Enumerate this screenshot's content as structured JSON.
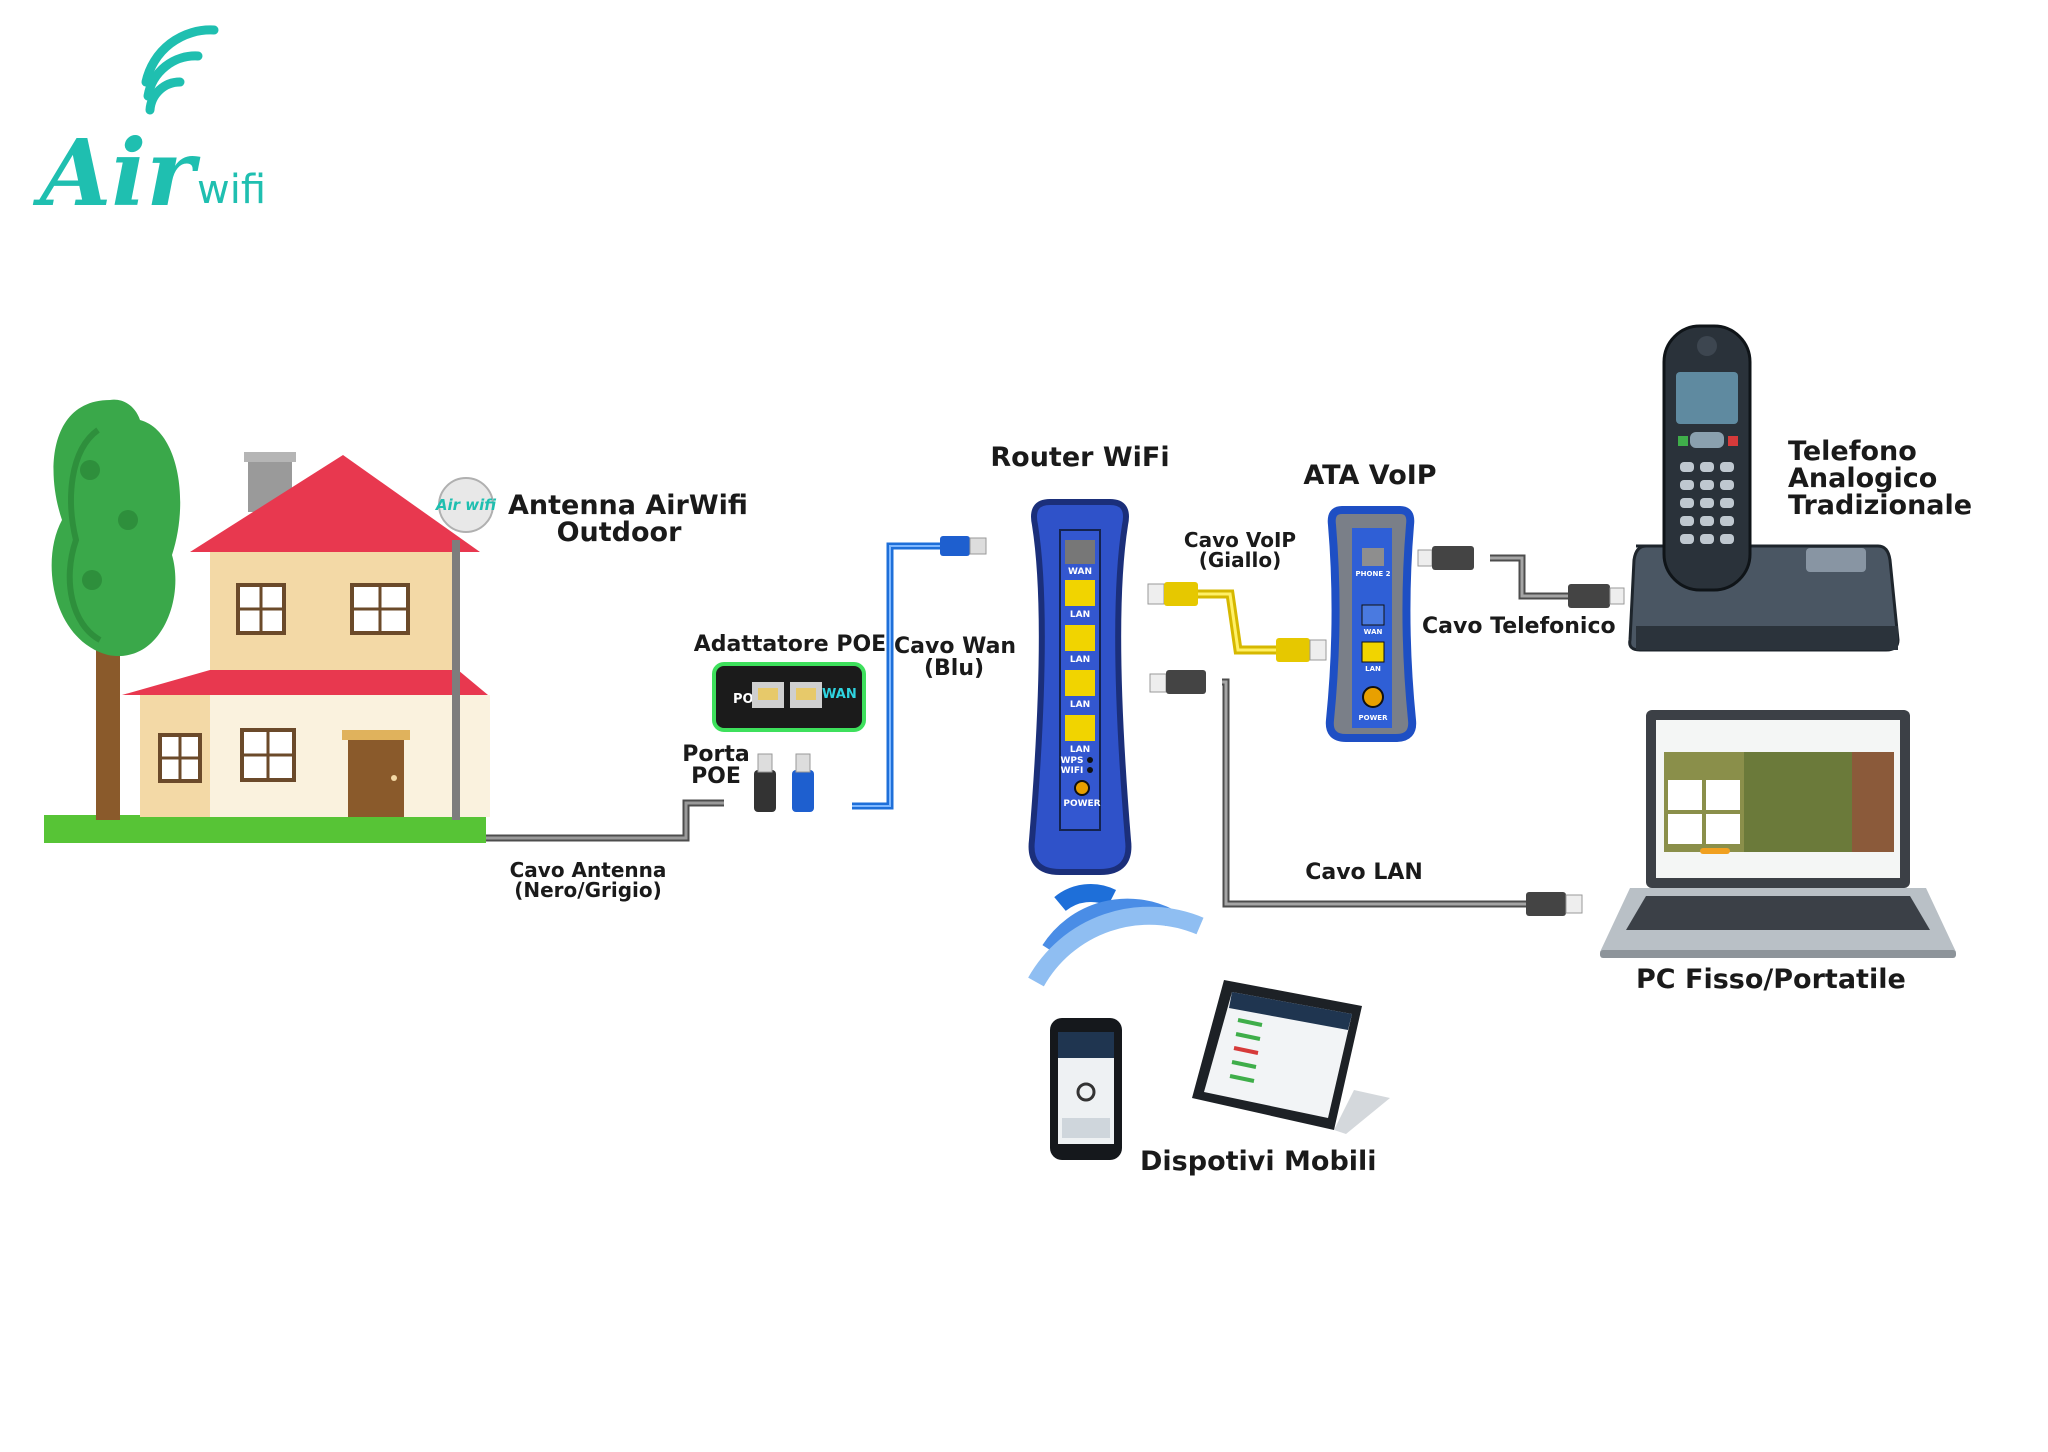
{
  "brand": {
    "logo_word": "Air",
    "logo_suffix": "wifi",
    "antenna_badge": "Air wifi",
    "color": "#1fbfb0"
  },
  "labels": {
    "antenna": [
      "Antenna AirWifi",
      "Outdoor"
    ],
    "poe_adapter": "Adattatore POE",
    "poe_port": [
      "Porta",
      "POE"
    ],
    "wan_cable": [
      "Cavo Wan",
      "(Blu)"
    ],
    "antenna_cable": [
      "Cavo Antenna",
      "(Nero/Grigio)"
    ],
    "router": "Router WiFi",
    "voip_cable": [
      "Cavo VoIP",
      "(Giallo)"
    ],
    "ata": "ATA VoIP",
    "phone_cable": "Cavo Telefonico",
    "phone": [
      "Telefono",
      "Analogico",
      "Tradizionale"
    ],
    "lan_cable": "Cavo LAN",
    "pc": "PC Fisso/Portatile",
    "mobile": "Dispotivi Mobili"
  },
  "device_text": {
    "poe_port_label": "POE",
    "poe_wan_label": "WAN",
    "router_ports": [
      "WAN",
      "LAN",
      "LAN",
      "LAN",
      "LAN"
    ],
    "router_wps": [
      "WPS",
      "WIFI"
    ],
    "router_power": "POWER",
    "ata_ports": [
      "PHONE 2",
      "WAN",
      "LAN"
    ],
    "ata_power": "POWER"
  },
  "colors": {
    "wan_cable": "#1e6fd9",
    "voip_cable": "#f2d600",
    "gray_cable": "#6e6e6e",
    "house_roof": "#e8384f",
    "tree": "#3aa84a",
    "router_body": "#2f52c9"
  }
}
